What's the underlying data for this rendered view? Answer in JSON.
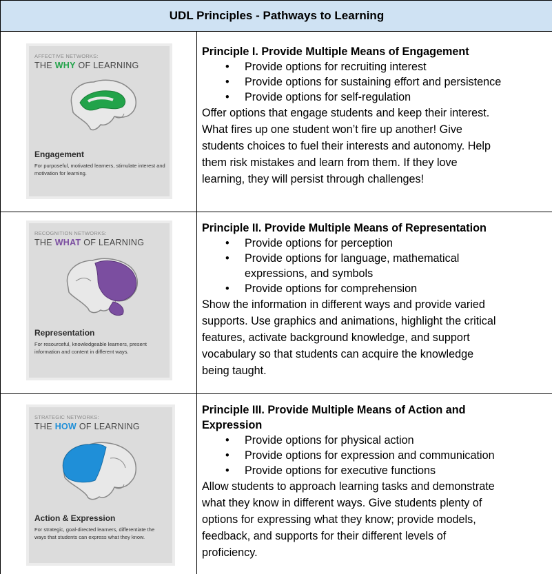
{
  "header": {
    "title": "UDL Principles - Pathways to Learning"
  },
  "colors": {
    "header_bg": "#cfe2f3",
    "engagement": "#22a34a",
    "representation": "#7b4ea0",
    "action": "#1f8fd8"
  },
  "rows": [
    {
      "card": {
        "network": "AFFECTIVE NETWORKS:",
        "learning_pre": "THE ",
        "learning_key": "WHY",
        "learning_post": " OF LEARNING",
        "title": "Engagement",
        "desc": "For purposeful, motivated learners, stimulate interest and motivation for learning."
      },
      "principle_title": "Principle I. Provide Multiple Means of Engagement",
      "bullets": [
        "Provide options for recruiting interest",
        "Provide options for sustaining effort and persistence",
        "Provide options for self-regulation"
      ],
      "para": [
        "Offer options that engage students and keep their interest.",
        "What fires up one student won’t fire up another! Give",
        "students choices to fuel their interests and autonomy. Help",
        "them risk mistakes and learn from them. If they love",
        "learning, they will persist through challenges!"
      ]
    },
    {
      "card": {
        "network": "RECOGNITION NETWORKS:",
        "learning_pre": "THE ",
        "learning_key": "WHAT",
        "learning_post": " OF LEARNING",
        "title": "Representation",
        "desc": "For resourceful, knowledgeable learners, present information and content in different ways."
      },
      "principle_title": "Principle II. Provide Multiple Means of Representation",
      "bullets": [
        "Provide options for perception",
        "Provide options for language, mathematical\nexpressions, and symbols",
        "Provide options for comprehension"
      ],
      "para": [
        "Show the information in different ways and provide varied",
        "supports. Use graphics and animations, highlight the critical",
        "features, activate background knowledge, and support",
        "vocabulary so that students can acquire the knowledge",
        "being taught."
      ]
    },
    {
      "card": {
        "network": "STRATEGIC NETWORKS:",
        "learning_pre": "THE ",
        "learning_key": "HOW",
        "learning_post": " OF LEARNING",
        "title": "Action & Expression",
        "desc": "For strategic, goal-directed learners, differentiate the ways that students can express what they know."
      },
      "principle_title_lines": [
        "Principle III. Provide Multiple Means of Action and",
        "Expression"
      ],
      "bullets": [
        "Provide options for physical action",
        "Provide options for expression and communication",
        "Provide options for executive functions"
      ],
      "para": [
        "Allow students to approach learning tasks and demonstrate",
        "what they know in different ways. Give students plenty of",
        "options for expressing what they know; provide models,",
        "feedback, and supports for their different levels of",
        "proficiency."
      ]
    }
  ]
}
